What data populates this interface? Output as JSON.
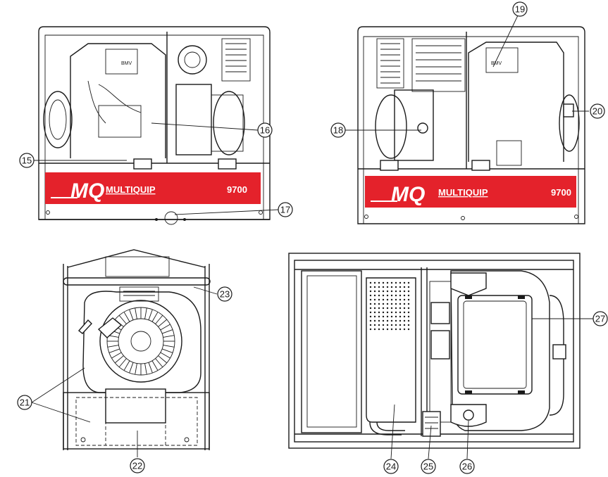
{
  "callouts": {
    "c15": "15",
    "c16": "16",
    "c17": "17",
    "c18": "18",
    "c19": "19",
    "c20": "20",
    "c21": "21",
    "c22": "22",
    "c23": "23",
    "c24": "24",
    "c25": "25",
    "c26": "26",
    "c27": "27"
  },
  "banner": {
    "logo": "MQ",
    "brand": "MULTIQUIP",
    "model": "9700"
  },
  "colors": {
    "banner_red": "#e4222b",
    "ink": "#1a1a1a"
  }
}
